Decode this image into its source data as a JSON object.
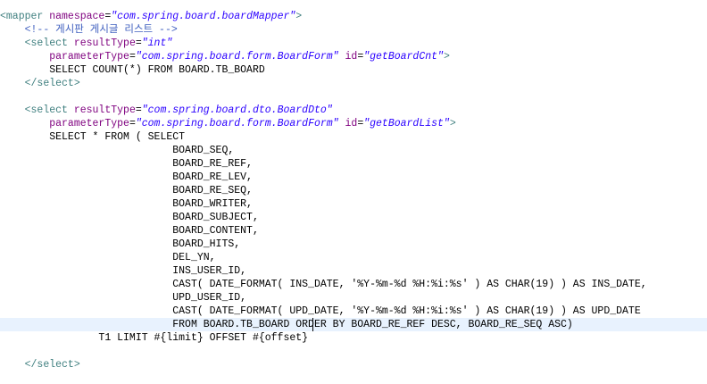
{
  "lines": {
    "l1": {
      "a": "<mapper ",
      "b": "namespace",
      "c": "=",
      "d": "\"com.spring.board.boardMapper\"",
      "e": ">"
    },
    "l2": {
      "indent": "    ",
      "text": "<!-- 게시판 게시글 리스트 -->"
    },
    "l3": {
      "indent": "    ",
      "a": "<select ",
      "b": "resultType",
      "c": "=",
      "d": "\"int\""
    },
    "l4": {
      "indent": "        ",
      "b": "parameterType",
      "c": "=",
      "d": "\"com.spring.board.form.BoardForm\"",
      "f": " ",
      "g": "id",
      "h": "=",
      "i": "\"getBoardCnt\"",
      "e": ">"
    },
    "l5": {
      "indent": "        ",
      "text": "SELECT COUNT(*) FROM BOARD.TB_BOARD"
    },
    "l6": {
      "indent": "    ",
      "text": "</select>"
    },
    "l8": {
      "indent": "    ",
      "a": "<select ",
      "b": "resultType",
      "c": "=",
      "d": "\"com.spring.board.dto.BoardDto\""
    },
    "l9": {
      "indent": "        ",
      "b": "parameterType",
      "c": "=",
      "d": "\"com.spring.board.form.BoardForm\"",
      "f": " ",
      "g": "id",
      "h": "=",
      "i": "\"getBoardList\"",
      "e": ">"
    },
    "l10": {
      "indent": "        ",
      "text": "SELECT * FROM ( SELECT"
    },
    "l11": {
      "indent": "                            ",
      "text": "BOARD_SEQ,"
    },
    "l12": {
      "indent": "                            ",
      "text": "BOARD_RE_REF,"
    },
    "l13": {
      "indent": "                            ",
      "text": "BOARD_RE_LEV,"
    },
    "l14": {
      "indent": "                            ",
      "text": "BOARD_RE_SEQ,"
    },
    "l15": {
      "indent": "                            ",
      "text": "BOARD_WRITER,"
    },
    "l16": {
      "indent": "                            ",
      "text": "BOARD_SUBJECT,"
    },
    "l17": {
      "indent": "                            ",
      "text": "BOARD_CONTENT,"
    },
    "l18": {
      "indent": "                            ",
      "text": "BOARD_HITS,"
    },
    "l19": {
      "indent": "                            ",
      "text": "DEL_YN,"
    },
    "l20": {
      "indent": "                            ",
      "text": "INS_USER_ID,"
    },
    "l21": {
      "indent": "                            ",
      "text": "CAST( DATE_FORMAT( INS_DATE, '%Y-%m-%d %H:%i:%s' ) AS CHAR(19) ) AS INS_DATE,"
    },
    "l22": {
      "indent": "                            ",
      "text": "UPD_USER_ID,"
    },
    "l23": {
      "indent": "                            ",
      "text": "CAST( DATE_FORMAT( UPD_DATE, '%Y-%m-%d %H:%i:%s' ) AS CHAR(19) ) AS UPD_DATE"
    },
    "l24": {
      "indent": "                            ",
      "text": "FROM BOARD.TB_BOARD ORDER BY BOARD_RE_REF DESC, BOARD_RE_SEQ ASC)"
    },
    "l25": {
      "indent": "                ",
      "text": "T1 LIMIT #{limit} OFFSET #{offset}"
    },
    "l27": {
      "indent": "    ",
      "text": "</select>"
    }
  }
}
